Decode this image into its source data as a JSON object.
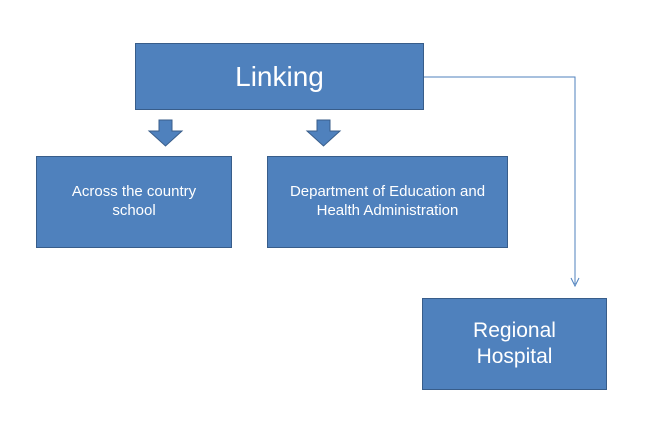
{
  "diagram": {
    "nodes": {
      "linking": {
        "label": "Linking"
      },
      "school": {
        "label": "Across the country school"
      },
      "dept": {
        "label": "Department of Education and Health Administration"
      },
      "hospital": {
        "label": "Regional Hospital"
      }
    },
    "edges": [
      {
        "from": "linking",
        "to": "school",
        "style": "block-arrow"
      },
      {
        "from": "linking",
        "to": "dept",
        "style": "block-arrow"
      },
      {
        "from": "linking",
        "to": "hospital",
        "style": "elbow-line-arrow"
      }
    ],
    "colors": {
      "node_fill": "#4f81bd",
      "node_border": "#385d8a",
      "node_text": "#ffffff",
      "connector": "#4f81bd"
    }
  }
}
